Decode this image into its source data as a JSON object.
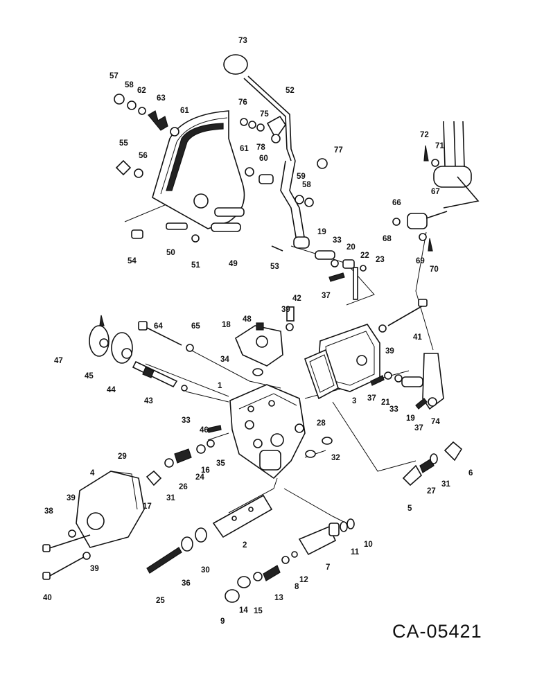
{
  "drawing_code": "CA-05421",
  "callouts": [
    "1",
    "2",
    "3",
    "4",
    "5",
    "6",
    "7",
    "8",
    "9",
    "10",
    "11",
    "12",
    "13",
    "14",
    "15",
    "16",
    "17",
    "18",
    "19",
    "19",
    "19",
    "20",
    "21",
    "22",
    "23",
    "24",
    "25",
    "26",
    "27",
    "28",
    "29",
    "30",
    "31",
    "31",
    "32",
    "33",
    "33",
    "33",
    "34",
    "35",
    "36",
    "37",
    "37",
    "37",
    "37",
    "38",
    "39",
    "39",
    "39",
    "39",
    "40",
    "41",
    "42",
    "43",
    "44",
    "45",
    "46",
    "47",
    "48",
    "49",
    "50",
    "51",
    "52",
    "53",
    "54",
    "55",
    "56",
    "57",
    "58",
    "58",
    "59",
    "60",
    "61",
    "61",
    "62",
    "63",
    "64",
    "65",
    "66",
    "67",
    "68",
    "69",
    "70",
    "71",
    "72",
    "73",
    "74",
    "75",
    "76",
    "77",
    "78"
  ]
}
